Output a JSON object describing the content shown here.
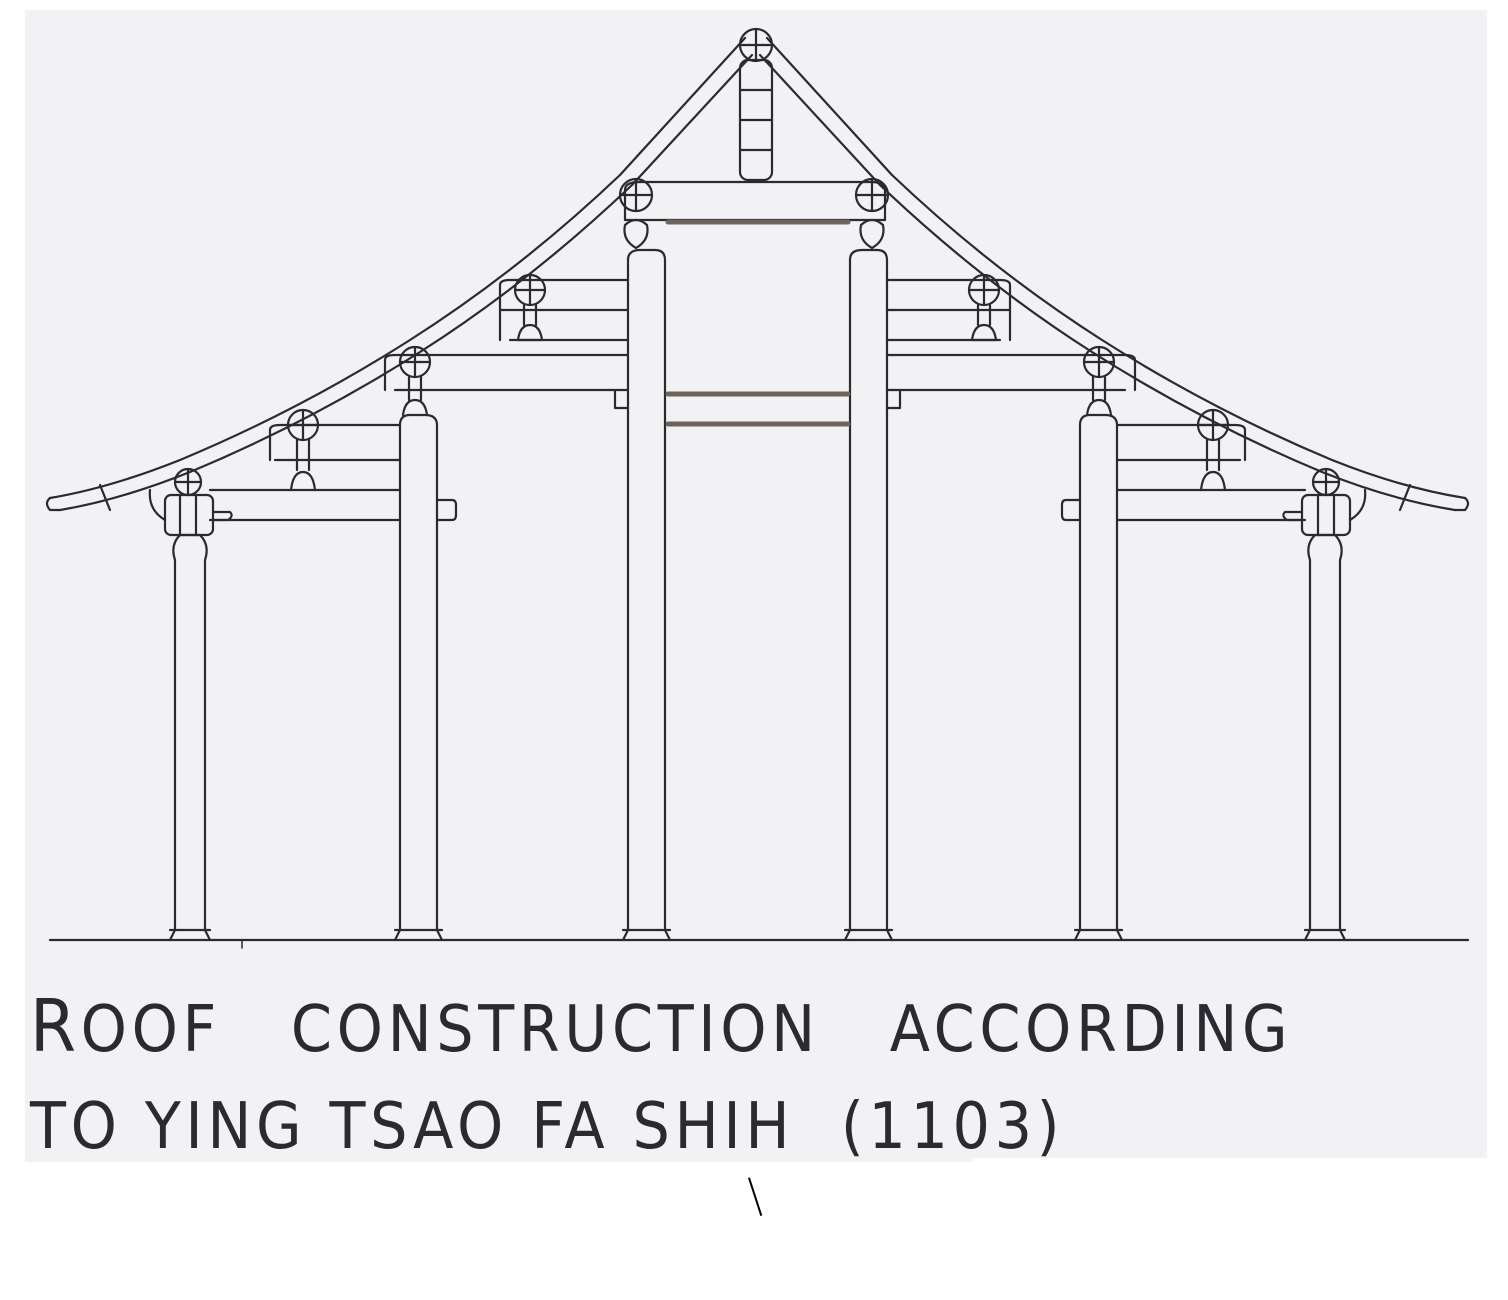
{
  "figure": {
    "type": "architectural cross-section",
    "subject": "timber roof framing of a Chinese hall",
    "colors": {
      "paper": "#f2f2f4",
      "ink": "#2b2a30",
      "beam_highlight": "#6e655c"
    },
    "structure": {
      "columns": 6,
      "roof_profile": "concave curved roof with upturned eaves",
      "ridge": "king post with purlin at apex"
    }
  },
  "caption": {
    "line1_first_letter": "R",
    "line1_rest": "OOF   CONSTRUCTION   ACCORDING",
    "line2": "TO YING TSAO FA SHIH  (1103)"
  },
  "stray_mark": "\\"
}
